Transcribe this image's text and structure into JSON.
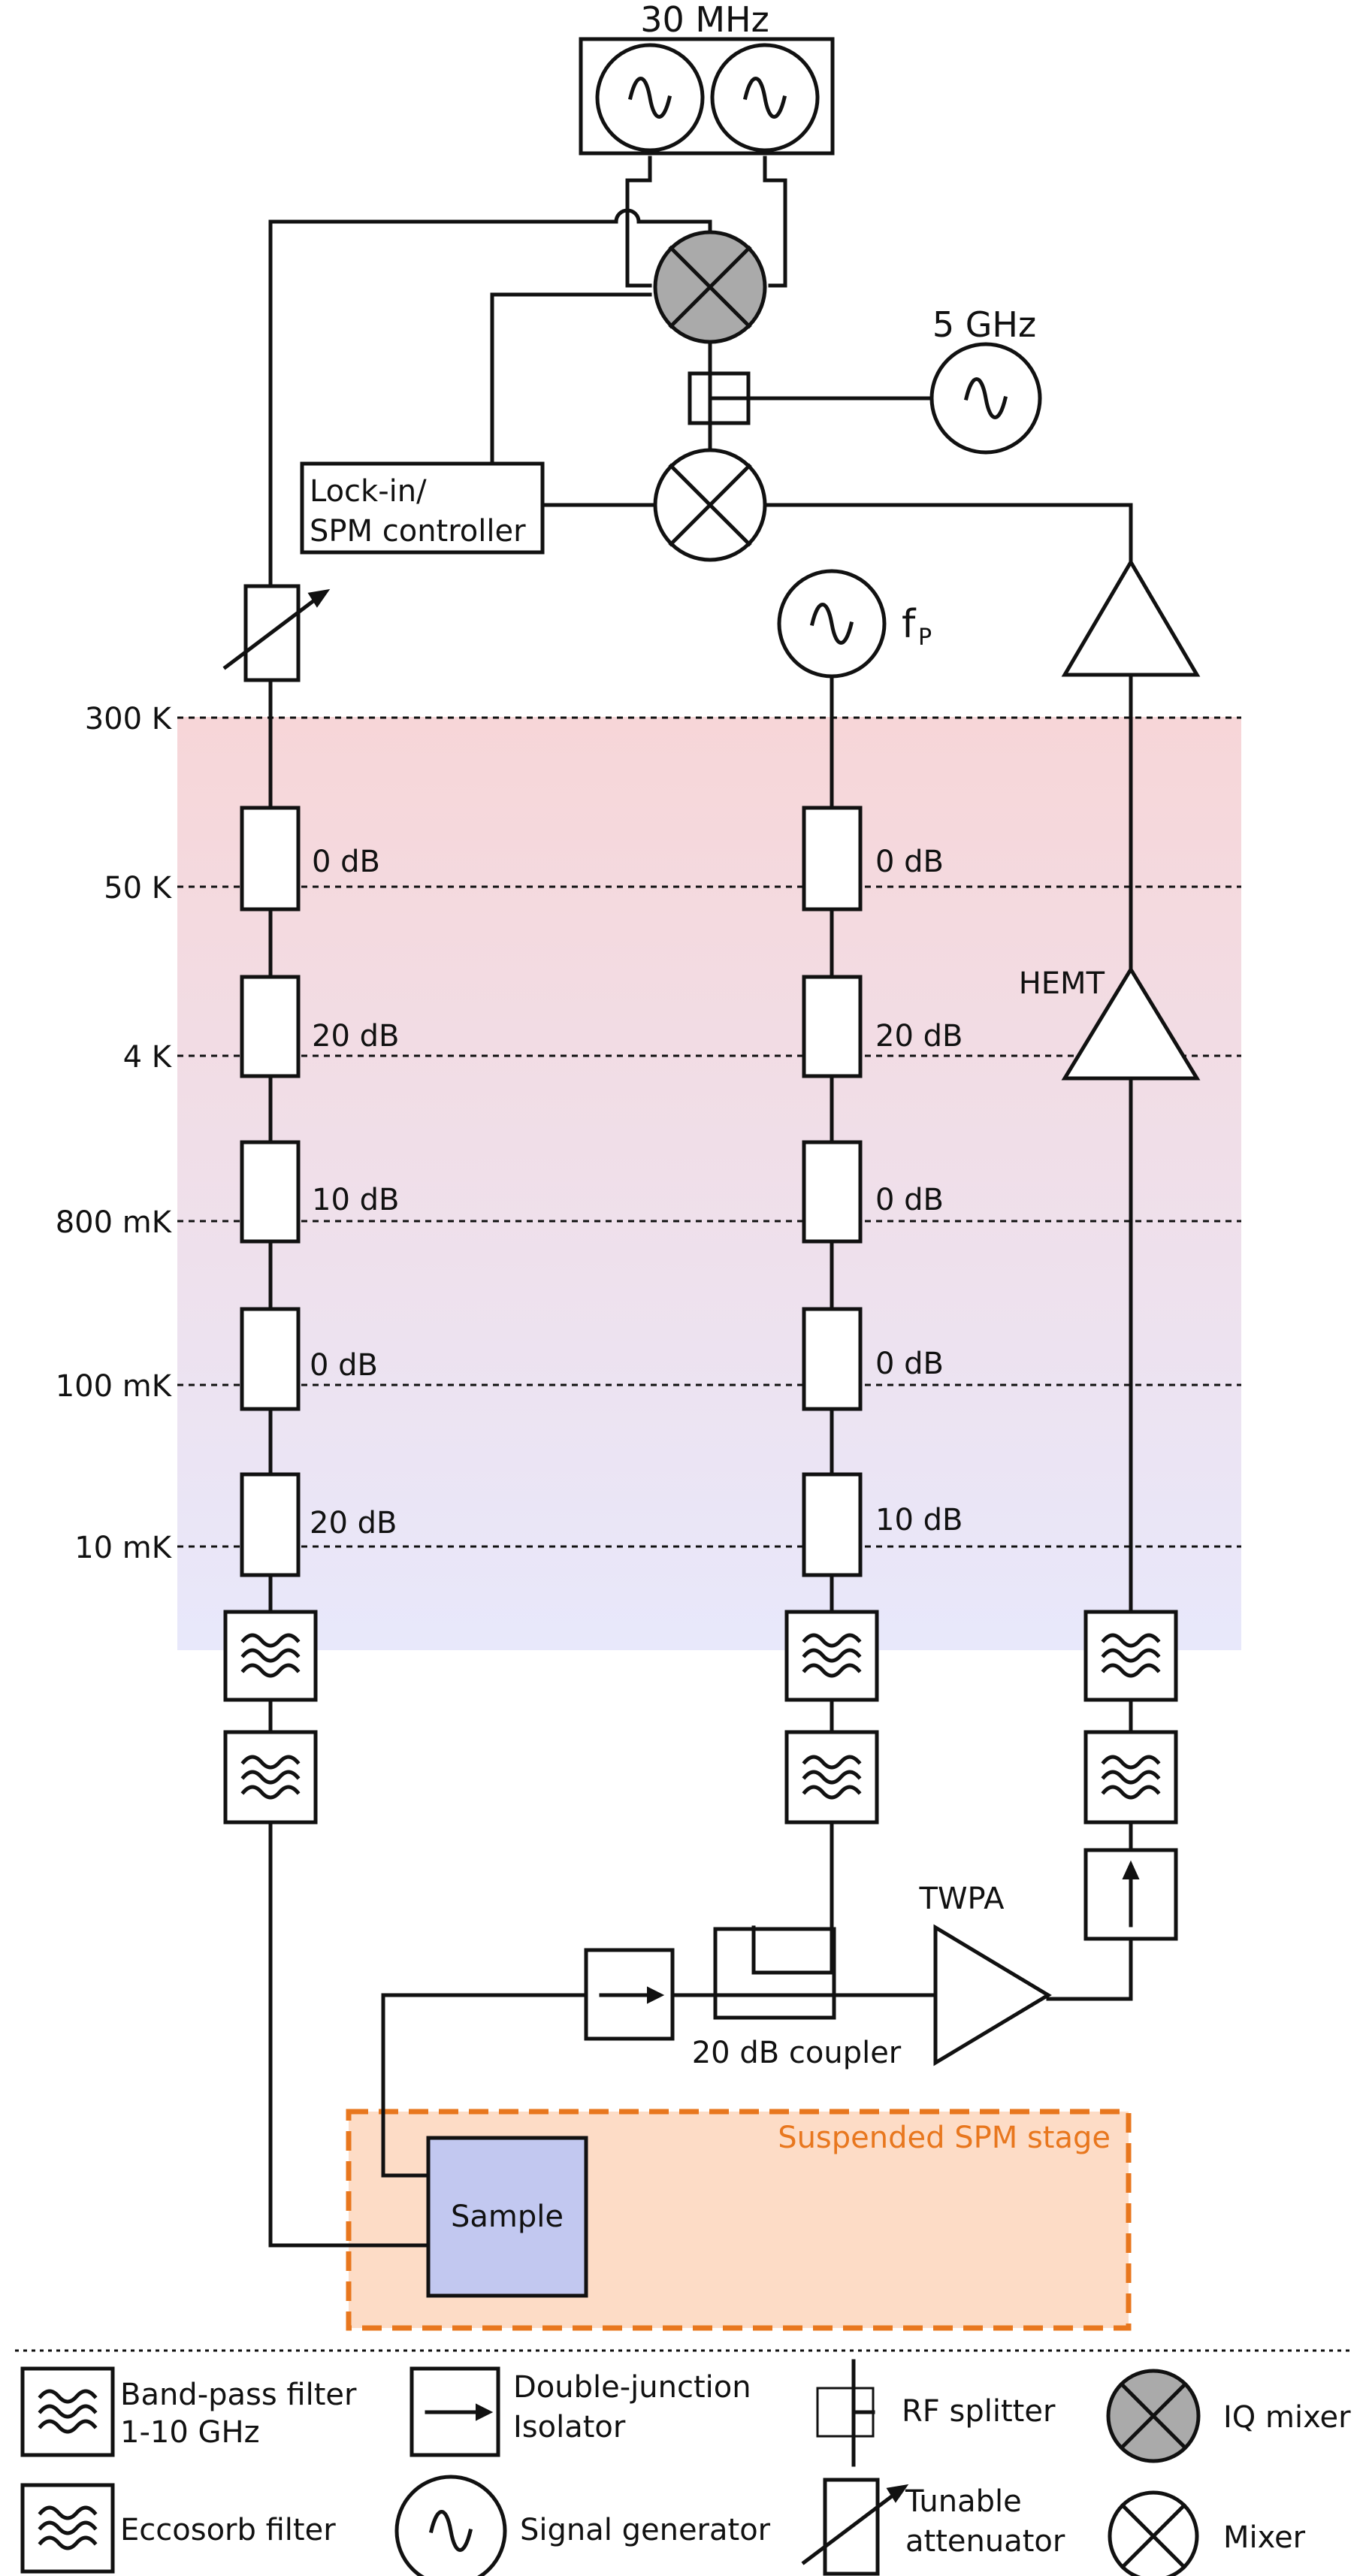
{
  "diagram": {
    "top_generators_label": "30 MHz",
    "lo_label": "5 GHz",
    "lockin_line1": "Lock-in/",
    "lockin_line2": "SPM controller",
    "pump_label": "f",
    "pump_sub": "P",
    "hemt_label": "HEMT",
    "twpa_label": "TWPA",
    "coupler_label": "20 dB coupler",
    "stage_label": "Suspended SPM stage",
    "sample_label": "Sample",
    "temperatures": [
      "300 K",
      "50 K",
      "4 K",
      "800 mK",
      "100 mK",
      "10 mK"
    ],
    "left_line_atten": [
      "0 dB",
      "20 dB",
      "10 dB",
      "0 dB",
      "20 dB"
    ],
    "mid_line_atten": [
      "0 dB",
      "20 dB",
      "0 dB",
      "0 dB",
      "10 dB"
    ],
    "colors": {
      "cryo_top": "#f7d6d8",
      "cryo_bottom": "#e8e8fb",
      "stage_fill": "#fddcc6",
      "stage_border": "#e8771e",
      "stage_text": "#e8771e",
      "sample_fill": "#c2c8f0",
      "iq_mixer_fill": "#aaaaaa"
    }
  },
  "legend": {
    "bandpass_line1": "Band-pass filter",
    "bandpass_line2": "1-10 GHz",
    "isolator_line1": "Double-junction",
    "isolator_line2": "Isolator",
    "splitter": "RF splitter",
    "iq_mixer": "IQ mixer",
    "eccosorb": "Eccosorb filter",
    "generator": "Signal generator",
    "atten_line1": "Tunable",
    "atten_line2": "attenuator",
    "mixer": "Mixer"
  }
}
